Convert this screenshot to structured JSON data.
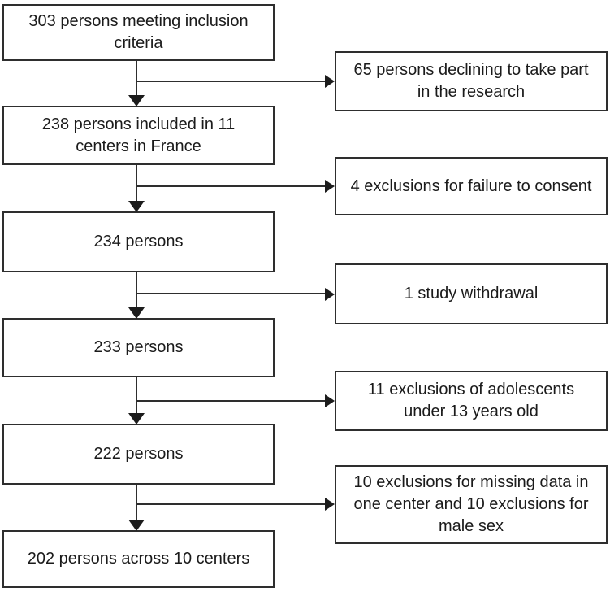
{
  "diagram": {
    "type": "flowchart",
    "main_flow": [
      {
        "label": "303 persons meeting inclusion\ncriteria"
      },
      {
        "label": "238 persons included in 11\ncenters in France"
      },
      {
        "label": "234 persons"
      },
      {
        "label": "233 persons"
      },
      {
        "label": "222 persons"
      },
      {
        "label": "202 persons across 10 centers"
      }
    ],
    "exclusions": [
      {
        "label": "65 persons declining to take part\nin the research"
      },
      {
        "label": "4 exclusions for failure to consent"
      },
      {
        "label": "1 study withdrawal"
      },
      {
        "label": "11 exclusions of adolescents\nunder 13 years old"
      },
      {
        "label": "10 exclusions for missing data in\none center and 10 exclusions for\nmale sex"
      }
    ],
    "colors": {
      "background": "#ffffff",
      "line": "#2e2e2e",
      "text": "#1b1b1b"
    }
  }
}
